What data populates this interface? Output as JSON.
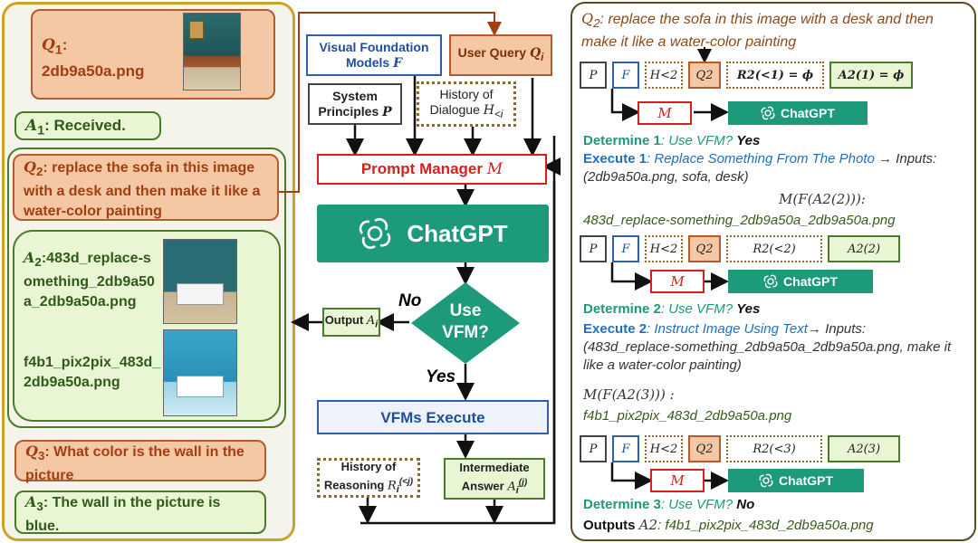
{
  "left": {
    "q1_label": "Q",
    "q1_sub": "1",
    "q1_file": "2db9a50a.png",
    "a1_label": "A",
    "a1_sub": "1",
    "a1_text": ": Received.",
    "q2_label": "Q",
    "q2_sub": "2",
    "q2_text": ": replace the sofa in this image with a desk and then make it like a water-color painting",
    "a2_label": "A",
    "a2_sub": "2",
    "a2_file1": ":483d_replace-something_2db9a50a_2db9a50a.png",
    "a2_file2": "f4b1_pix2pix_483d_2db9a50a.png",
    "q3_label": "Q",
    "q3_sub": "3",
    "q3_text": ": What color is the wall in the picture",
    "a3_label": "A",
    "a3_sub": "3",
    "a3_text": ": The wall in the picture is blue."
  },
  "center": {
    "vfm_models": "Visual Foundation Models",
    "vfm_models_sym": "F",
    "user_query": "User Query",
    "user_query_sym": "Q",
    "user_query_sub": "i",
    "system_principles": "System Principles",
    "system_principles_sym": "P",
    "history_dialogue": "History of Dialogue",
    "history_dialogue_sym": "H",
    "history_dialogue_sub": "<i",
    "prompt_manager": "Prompt  Manager",
    "prompt_manager_sym": "M",
    "chatgpt": "ChatGPT",
    "no": "No",
    "yes": "Yes",
    "use_vfm": "Use VFM?",
    "output": "Output",
    "output_sym": "A",
    "output_sub": "i",
    "vfms_execute": "VFMs Execute",
    "history_reasoning": "History of Reasoning",
    "history_reasoning_sym": "R",
    "history_reasoning_sub": "i",
    "history_reasoning_sup": "(<j)",
    "intermediate_answer": "Intermediate Answer",
    "intermediate_answer_sym": "A",
    "intermediate_answer_sub": "i",
    "intermediate_answer_sup": "(j)"
  },
  "right": {
    "q2_title_sym": "Q",
    "q2_title_sub": "2",
    "q2_title": ": replace the sofa in this image with a desk and then make it like a water-color painting",
    "row1": {
      "p": "P",
      "f": "F",
      "h": "H<2",
      "q": "Q2",
      "r": "R2(<1) = ϕ",
      "a": "A2(1) = ϕ"
    },
    "row2": {
      "p": "P",
      "f": "F",
      "h": "H<2",
      "q": "Q2",
      "r": "R2(<2)",
      "a": "A2(2)"
    },
    "row3": {
      "p": "P",
      "f": "F",
      "h": "H<2",
      "q": "Q2",
      "r": "R2(<3)",
      "a": "A2(3)"
    },
    "m_sym": "M",
    "chatgpt": "ChatGPT",
    "determine1": "Determine 1",
    "determine1_q": ": Use VFM?",
    "determine1_a": "Yes",
    "execute1": "Execute 1",
    "execute1_text": ": Replace Something From The Photo",
    "execute1_inputs": "→ Inputs: (2db9a50a.png, sofa, desk)",
    "execute1_formula": "M(F(A2(2))):",
    "execute1_result": "483d_replace-something_2db9a50a_2db9a50a.png",
    "determine2": "Determine 2",
    "determine2_q": ": Use VFM?",
    "determine2_a": "Yes",
    "execute2": "Execute 2",
    "execute2_text": ": Instruct Image Using Text",
    "execute2_inputs": "→ Inputs: (483d_replace-something_2db9a50a_2db9a50a.png, make it like a water-color painting)",
    "execute2_formula": "M(F(A2(3))) :",
    "execute2_result": "f4b1_pix2pix_483d_2db9a50a.png",
    "determine3": "Determine 3",
    "determine3_q": ": Use VFM?",
    "determine3_a": "No",
    "outputs_label": "Outputs",
    "outputs_sym": "A2",
    "outputs_text": ": f4b1_pix2pix_483d_2db9a50a.png"
  },
  "colors": {
    "query_fill": "#f4c8a4",
    "answer_fill": "#e9f6d3",
    "chatgpt_green": "#1c9a7a",
    "prompt_red": "#d62020",
    "vfm_blue": "#2e5fa8",
    "panel_gold": "#c9a227"
  },
  "icons": {
    "chatgpt": "openai-logo-icon"
  }
}
